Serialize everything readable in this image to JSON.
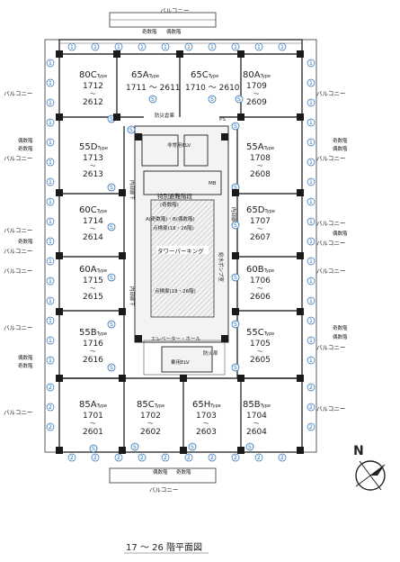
{
  "title": "17 ～ 26 階平面図",
  "labels": {
    "balcony": "バルコニー",
    "odd_floor": "奇数階",
    "even_floor": "偶数階",
    "ps": "PS",
    "mb": "MB",
    "disaster_store": "防災倉庫",
    "special_stairs": "特別避難階段",
    "special_stairs_sub": "(奇数階)",
    "special_stairs_b": "A(奇数階)・B(偶数階)",
    "inspection_door": "点検扉(18・26階)",
    "tower_parking": "タワーパーキング",
    "water_pump": "給水ポンプ室",
    "elevator_hall": "エレベーター・ホール",
    "emergency_elv": "非常用ELV",
    "fire_door": "防火扉",
    "inner_corridor": "内部廊下",
    "passenger_elv": "乗用ELV"
  },
  "units": [
    {
      "type": "80C",
      "suffix": "Type",
      "odd": "1712",
      "even": "2612"
    },
    {
      "type": "65A",
      "suffix": "Type",
      "range": "1711 ～ 2611"
    },
    {
      "type": "65C",
      "suffix": "Type",
      "range": "1710 ～ 2610"
    },
    {
      "type": "80A",
      "suffix": "Type",
      "odd": "1709",
      "even": "2609"
    },
    {
      "type": "55D",
      "suffix": "Type",
      "odd": "1713",
      "even": "2613"
    },
    {
      "type": "55A",
      "suffix": "Type",
      "odd": "1708",
      "even": "2608"
    },
    {
      "type": "60C",
      "suffix": "Type",
      "odd": "1714",
      "even": "2614"
    },
    {
      "type": "65D",
      "suffix": "Type",
      "odd": "1707",
      "even": "2607"
    },
    {
      "type": "60A",
      "suffix": "Type",
      "odd": "1715",
      "even": "2615"
    },
    {
      "type": "60B",
      "suffix": "Type",
      "odd": "1706",
      "even": "2606"
    },
    {
      "type": "55B",
      "suffix": "Type",
      "odd": "1716",
      "even": "2616"
    },
    {
      "type": "55C",
      "suffix": "Type",
      "odd": "1705",
      "even": "2605"
    },
    {
      "type": "85A",
      "suffix": "Type",
      "odd": "1701",
      "even": "2601"
    },
    {
      "type": "85C",
      "suffix": "Type",
      "odd": "1702",
      "even": "2602"
    },
    {
      "type": "65H",
      "suffix": "Type",
      "odd": "1703",
      "even": "2603"
    },
    {
      "type": "85B",
      "suffix": "Type",
      "odd": "1704",
      "even": "2604"
    }
  ],
  "compass": "N",
  "markers": [
    "1",
    "2",
    "S"
  ],
  "colors": {
    "marker": "#2a6fb5",
    "wall": "#333333"
  }
}
